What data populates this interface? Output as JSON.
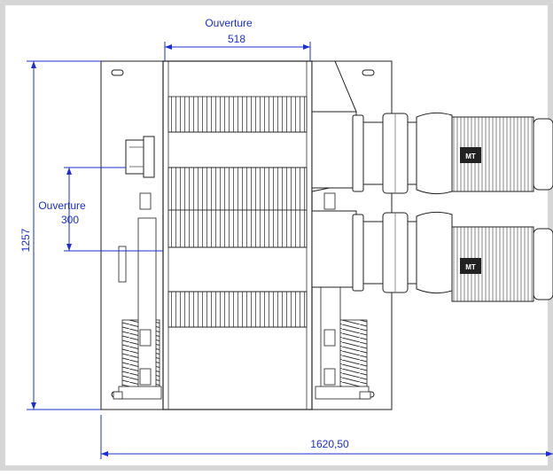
{
  "drawing": {
    "top_label": "Ouverture",
    "top_value": "518",
    "left_label": "Ouverture",
    "left_value": "300",
    "height_value": "1257",
    "width_value": "1620,50",
    "motor_top_badge": "MT",
    "motor_bottom_badge": "MT"
  },
  "colors": {
    "dimension": "#1b2fd0",
    "linework": "#222222",
    "frame": "#d6d6d6"
  }
}
